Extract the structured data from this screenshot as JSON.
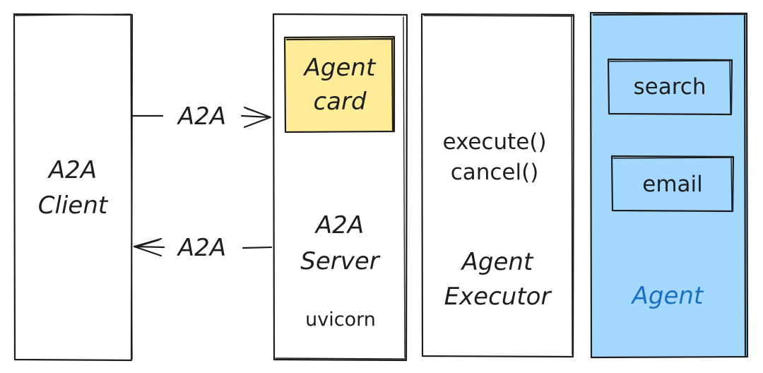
{
  "client": {
    "line1": "A2A",
    "line2": "Client"
  },
  "arrows": {
    "request_label": "A2A",
    "response_label": "A2A"
  },
  "server": {
    "card_line1": "Agent",
    "card_line2": "card",
    "line1": "A2A",
    "line2": "Server",
    "runtime": "uvicorn"
  },
  "executor": {
    "method1": "execute()",
    "method2": "cancel()",
    "line1": "Agent",
    "line2": "Executor"
  },
  "agent": {
    "tool1": "search",
    "tool2": "email",
    "label": "Agent"
  },
  "colors": {
    "stroke": "#1e1e1e",
    "card_fill": "#ffec99",
    "agent_fill": "#a5d8ff",
    "agent_stroke": "#1971c2",
    "agent_text": "#1971c2"
  }
}
